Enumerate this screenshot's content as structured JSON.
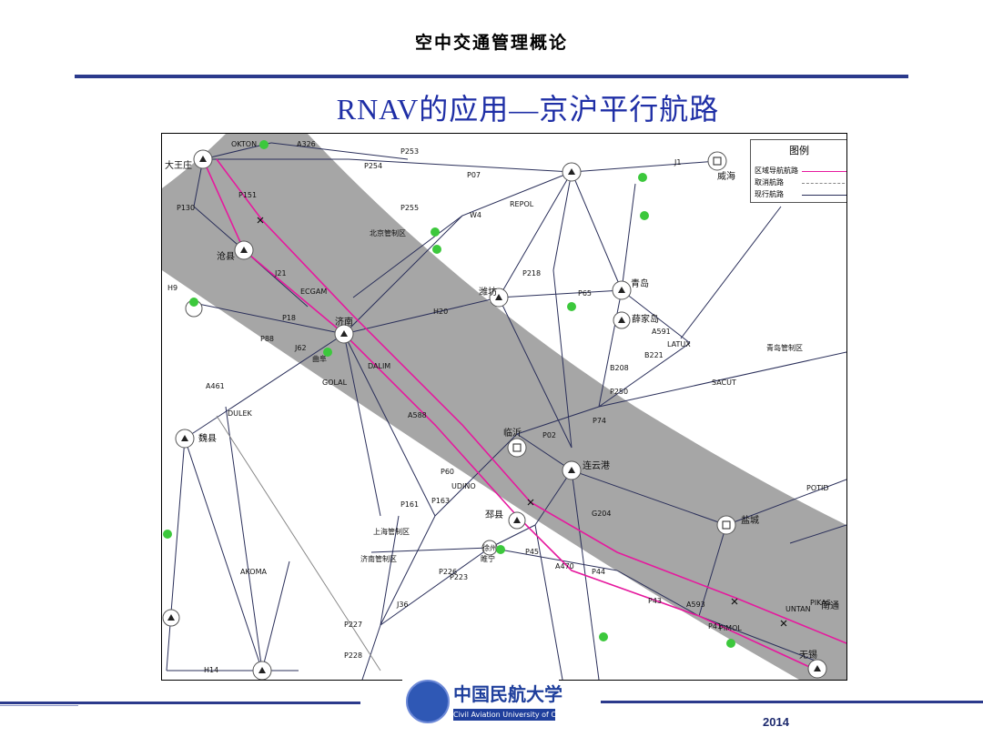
{
  "header": {
    "title": "空中交通管理概论"
  },
  "slide": {
    "title": "RNAV的应用—京沪平行航路"
  },
  "legend": {
    "title": "图例",
    "items": [
      {
        "label": "区域导航航路",
        "color": "#e6199e"
      },
      {
        "label": "取消航路",
        "color": "#888888"
      },
      {
        "label": "现行航路",
        "color": "#2a2f5a"
      }
    ]
  },
  "map": {
    "colors": {
      "corridor": "#a6a6a6",
      "rnav_route": "#e6199e",
      "current_route": "#2a2f5a",
      "green_point": "#3cc83c"
    },
    "cities": [
      "大王庄",
      "沧县",
      "济南",
      "潍坊",
      "青岛",
      "薛家岛",
      "威海",
      "临沂",
      "连云港",
      "邳县",
      "徐州",
      "睢宁",
      "盐城",
      "无锡",
      "南通",
      "魏县",
      "曲阜"
    ],
    "fixes": [
      "OKTON",
      "P151",
      "P130",
      "P254",
      "P253",
      "P255",
      "P07",
      "REPOL",
      "P218",
      "P65",
      "ECGAM",
      "P18",
      "P88",
      "DALIM",
      "GOLAL",
      "DULEK",
      "P250",
      "P74",
      "SACUT",
      "P02",
      "P60",
      "UDINO",
      "P161",
      "P163",
      "P45",
      "P44",
      "P43",
      "P41",
      "PIMOL",
      "UNTAN",
      "PIKAS",
      "LATUX",
      "P226",
      "P223",
      "P227",
      "P228",
      "AKOMA",
      "POTID"
    ],
    "airways": [
      "A326",
      "A461",
      "A593",
      "A588",
      "A470",
      "A591",
      "B221",
      "B208",
      "G204",
      "H9",
      "H14",
      "H20",
      "W4",
      "J1",
      "J21",
      "J36",
      "J62"
    ],
    "sector_notes": [
      "上海管制区",
      "青岛管制区",
      "济南管制区",
      "北京管制区"
    ]
  },
  "footer": {
    "logo_cn": "中国民航大学",
    "logo_en": "Civil Aviation University of China",
    "year": "2014"
  }
}
